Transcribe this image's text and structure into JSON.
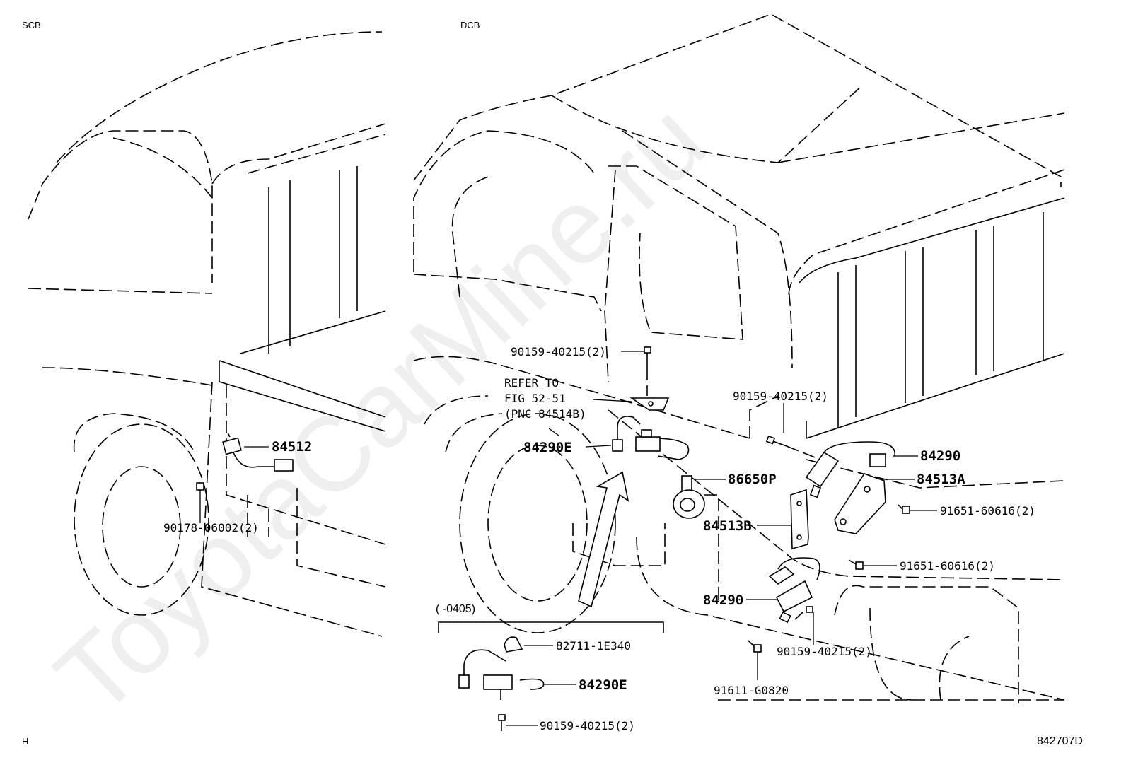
{
  "corners": {
    "scb": "SCB",
    "dcb": "DCB",
    "h": "H",
    "figure_no": "842707D"
  },
  "watermark": "ToyotaCarMine.ru",
  "callouts": {
    "p84512": "84512",
    "p90178": "90178-06002(2)",
    "p90159_top": "90159-40215(2)",
    "refer_line1": "REFER TO",
    "refer_line2": "FIG 52-51",
    "refer_line3": "(PNC 84514B)",
    "p84290e_main": "84290E",
    "p86650p": "86650P",
    "p90159_right": "90159-40215(2)",
    "p84290_upper": "84290",
    "p84513a": "84513A",
    "p91651_a": "91651-60616(2)",
    "p84513b": "84513B",
    "p91651_b": "91651-60616(2)",
    "p84290_lower": "84290",
    "p90159_lower": "90159-40215(2)",
    "p91611": "91611-G0820",
    "inset_range": "(      -0405)",
    "p82711": "82711-1E340",
    "p84290e_inset": "84290E",
    "p90159_inset": "90159-40215(2)"
  }
}
